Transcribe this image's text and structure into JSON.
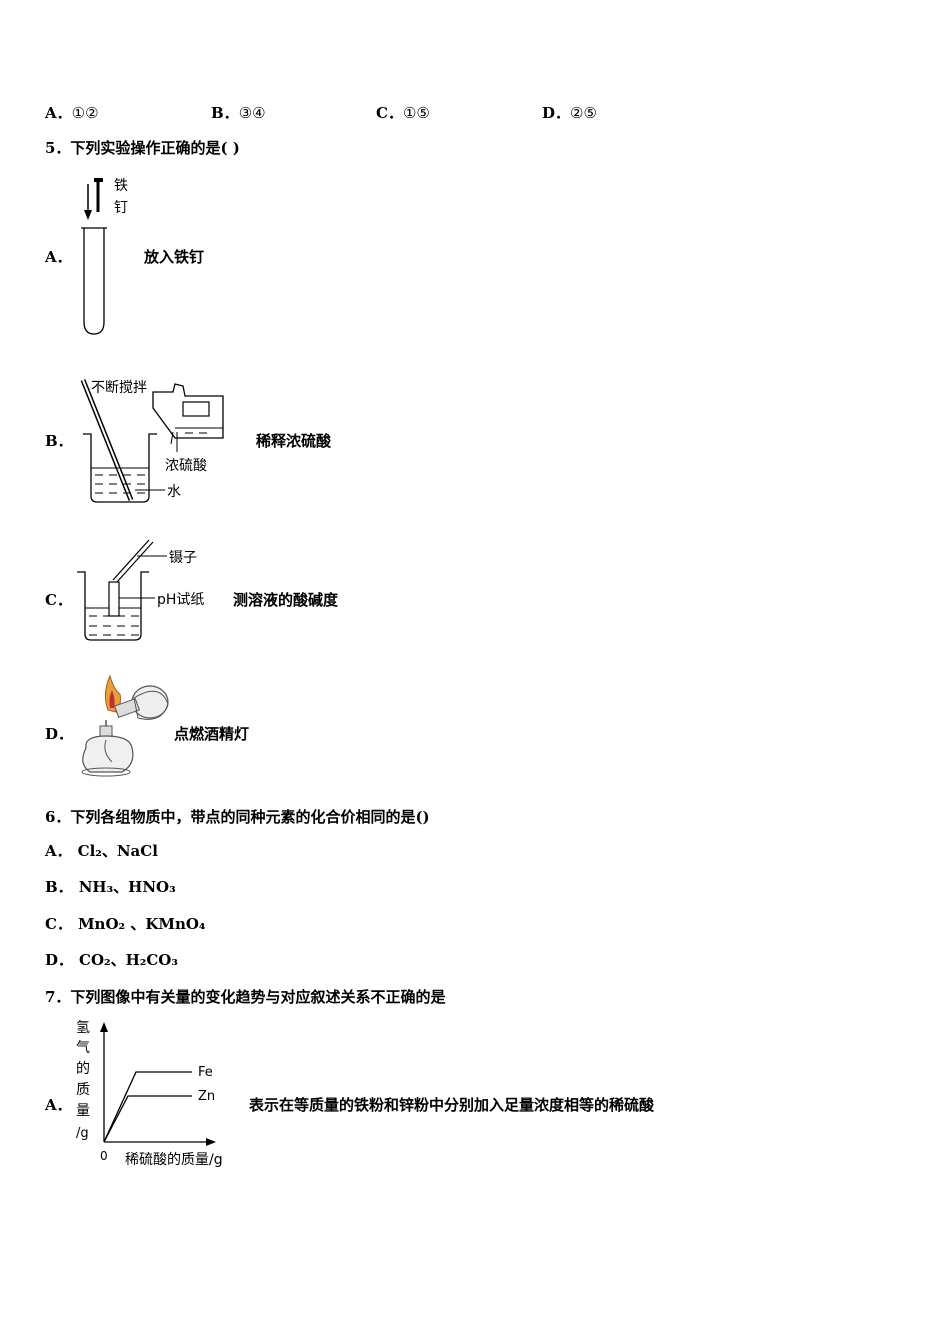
{
  "q4_options": [
    {
      "letter": "A．",
      "text": "①②"
    },
    {
      "letter": "B．",
      "text": "③④"
    },
    {
      "letter": "C．",
      "text": "①⑤"
    },
    {
      "letter": "D．",
      "text": "②⑤"
    }
  ],
  "q5": {
    "title": "5．下列实验操作正确的是( )",
    "options": [
      {
        "letter": "A．",
        "desc": "放入铁钉",
        "figure_labels": [
          "铁",
          "钉"
        ]
      },
      {
        "letter": "B．",
        "desc": "稀释浓硫酸",
        "figure_labels": [
          "不断搅拌",
          "浓硫酸",
          "水"
        ]
      },
      {
        "letter": "C．",
        "desc": "测溶液的酸碱度",
        "figure_labels": [
          "镊子",
          "pH试纸"
        ]
      },
      {
        "letter": "D．",
        "desc": "点燃酒精灯"
      }
    ]
  },
  "q6": {
    "title": "6．下列各组物质中，带点的同种元素的化合价相同的是()",
    "options": [
      {
        "letter": "A．",
        "text": "Cl₂、NaCl"
      },
      {
        "letter": "B．",
        "text": "NH₃、HNO₃"
      },
      {
        "letter": "C．",
        "text": "MnO₂ 、KMnO₄"
      },
      {
        "letter": "D．",
        "text": "CO₂、H₂CO₃"
      }
    ]
  },
  "q7": {
    "title": "7．下列图像中有关量的变化趋势与对应叙述关系不正确的是",
    "options": [
      {
        "letter": "A．",
        "desc": "表示在等质量的铁粉和锌粉中分别加入足量浓度相等的稀硫酸",
        "graph": {
          "ylabel": [
            "氢",
            "气",
            "的",
            "质",
            "量",
            "/g"
          ],
          "xlabel": "稀硫酸的质量/g",
          "origin": "0",
          "series": [
            "Fe",
            "Zn"
          ]
        }
      }
    ]
  }
}
